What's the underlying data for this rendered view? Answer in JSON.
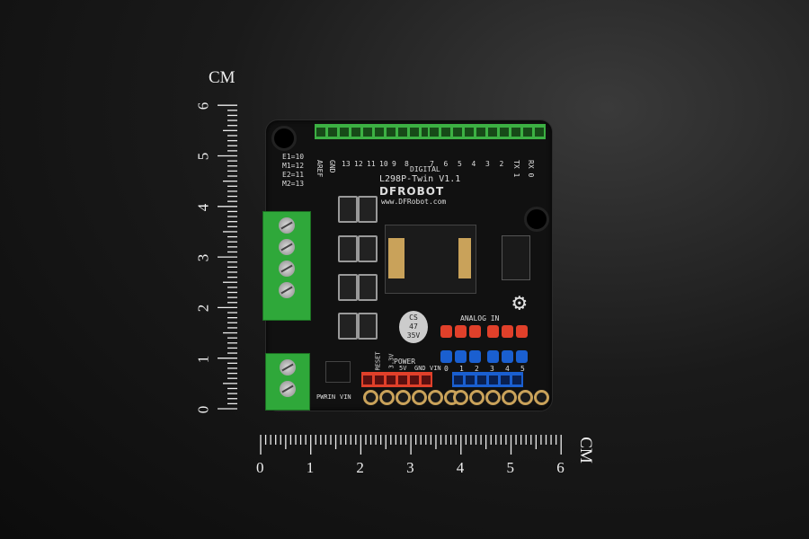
{
  "rulers": {
    "unit_label": "CM",
    "vertical_ticks": [
      "6",
      "5",
      "4",
      "3",
      "2",
      "1",
      "0"
    ],
    "horizontal_ticks": [
      "0",
      "1",
      "2",
      "3",
      "4",
      "5",
      "6"
    ]
  },
  "board": {
    "model": "L298P-Twin V1.1",
    "brand": "DFROBOT",
    "url": "www.DFRobot.com",
    "pin_map": [
      "E1=10",
      "M1=12",
      "E2=11",
      "M2=13"
    ],
    "digital_label": "DIGITAL",
    "digital_pins": [
      "AREF",
      "GND",
      "13",
      "12",
      "11",
      "10",
      "9",
      "8",
      "7",
      "6",
      "5",
      "4",
      "3",
      "2",
      "TX 1",
      "RX 0"
    ],
    "power_label": "POWER",
    "power_pins": [
      "RESET",
      "3.3V",
      "5V",
      "GND",
      "VIN"
    ],
    "analog_label": "ANALOG IN",
    "analog_pins": [
      "0",
      "1",
      "2",
      "3",
      "4",
      "5"
    ],
    "capacitor": [
      "CS",
      "47",
      "35V"
    ],
    "jumper_labels": [
      "PWRIN",
      "VIN"
    ]
  },
  "colors": {
    "header_green": "#3cb043",
    "power_red": "#e0402a",
    "analog_blue": "#1a5fd0"
  }
}
